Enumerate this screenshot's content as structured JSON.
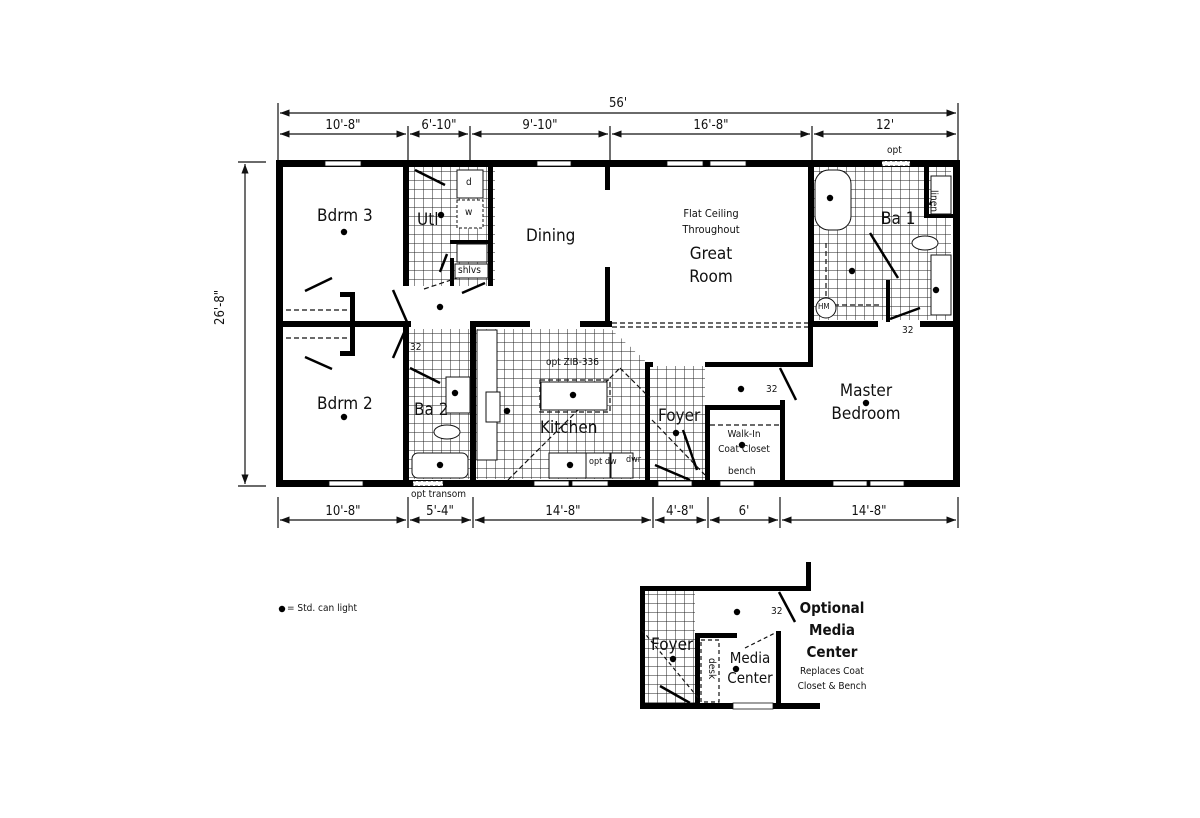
{
  "plan": {
    "overall_width": "56'",
    "overall_depth": "26'-8\"",
    "top_dimensions": [
      "10'-8\"",
      "6'-10\"",
      "9'-10\"",
      "16'-8\"",
      "12'"
    ],
    "bottom_dimensions": [
      "10'-8\"",
      "5'-4\"",
      "14'-8\"",
      "4'-8\"",
      "6'",
      "14'-8\""
    ],
    "rooms": {
      "bdrm3": "Bdrm 3",
      "utl": "Utl",
      "dining": "Dining",
      "great_room_note_1": "Flat Ceiling",
      "great_room_note_2": "Throughout",
      "great_room_1": "Great",
      "great_room_2": "Room",
      "ba1": "Ba 1",
      "bdrm2": "Bdrm 2",
      "ba2": "Ba 2",
      "kitchen": "Kitchen",
      "foyer": "Foyer",
      "closet_1": "Walk-In",
      "closet_2": "Coat Closet",
      "master_1": "Master",
      "master_2": "Bedroom"
    },
    "fixtures": {
      "dryer": "d",
      "washer": "w",
      "shelves": "shlvs",
      "linen": "linen",
      "hm": "HM",
      "island": "opt ZIB-336",
      "opt_dw": "opt dw",
      "dwr": "dwr",
      "bench": "bench",
      "opt_window": "opt",
      "transom": "opt transom",
      "door_32": "32"
    }
  },
  "legend": {
    "can_light": "= Std. can light"
  },
  "option": {
    "foyer": "Foyer",
    "desk": "desk",
    "media_1": "Media",
    "media_2": "Center",
    "title_1": "Optional",
    "title_2": "Media",
    "title_3": "Center",
    "note_1": "Replaces Coat",
    "note_2": "Closet & Bench",
    "door_32": "32"
  }
}
